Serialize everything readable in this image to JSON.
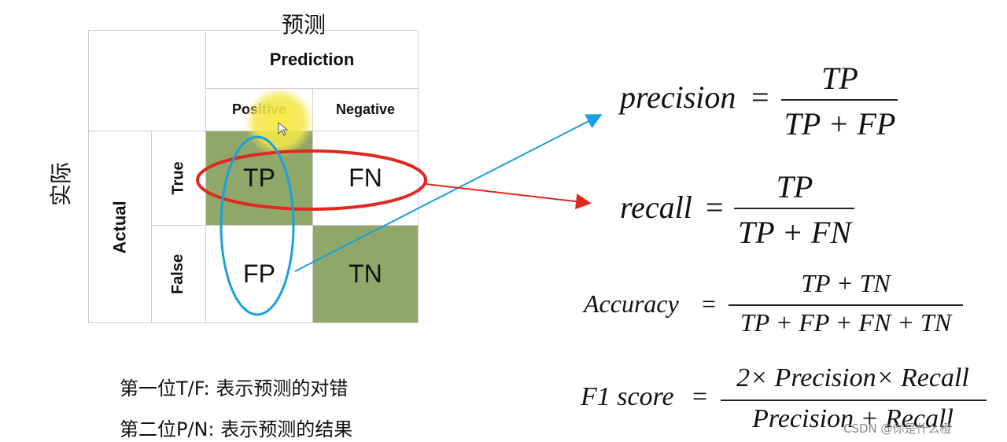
{
  "matrix": {
    "prediction_cn": "预测",
    "prediction_en": "Prediction",
    "actual_cn": "实际",
    "actual_en": "Actual",
    "col_positive": "Positive",
    "col_negative": "Negative",
    "row_true": "True",
    "row_false": "False",
    "tp": "TP",
    "fn": "FN",
    "fp": "FP",
    "tn": "TN",
    "green_color": "#8fa86a",
    "red_color": "#e0281e",
    "blue_color": "#1a9fe0",
    "highlight_color": "#f2e64a"
  },
  "formulas": {
    "precision": {
      "lhs": "precision",
      "eq": "=",
      "num": "TP",
      "den": "TP + FP"
    },
    "recall": {
      "lhs": "recall",
      "eq": "=",
      "num": "TP",
      "den": "TP + FN"
    },
    "accuracy": {
      "lhs": "Accuracy",
      "eq": "=",
      "num": "TP + TN",
      "den": "TP + FP + FN + TN"
    },
    "f1": {
      "lhs": "F1 score",
      "eq": "=",
      "num": "2× Precision× Recall",
      "den": "Precision + Recall"
    }
  },
  "notes": {
    "line1": "第一位T/F: 表示预测的对错",
    "line2": "第二位P/N: 表示预测的结果"
  },
  "watermark": "CSDN @你是什么橙"
}
